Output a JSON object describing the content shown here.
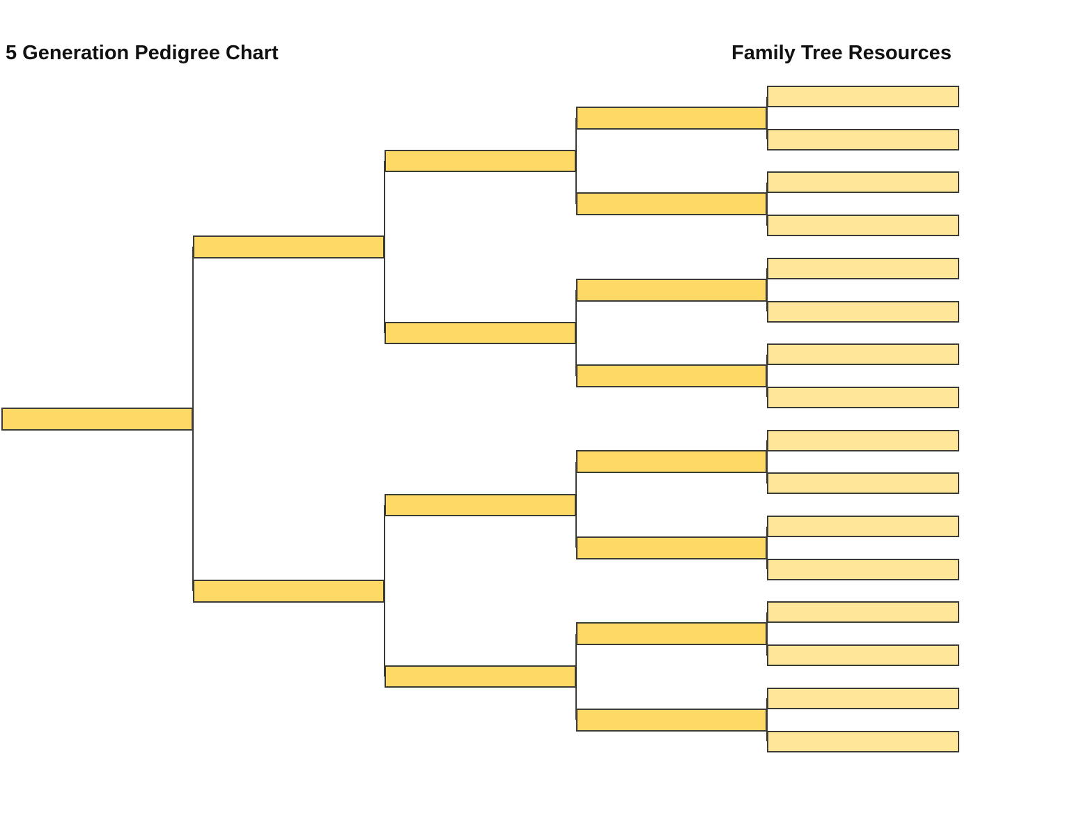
{
  "page": {
    "title_left": "5 Generation Pedigree Chart",
    "title_right": "Family Tree Resources",
    "background": "#FFFFFF"
  },
  "colors": {
    "box_fill_generations_1_to_4": "#FFD966",
    "box_fill_generation_5": "#FFE699",
    "box_border": "#3B3B36",
    "connector": "#3B3B36",
    "title_text": "#111111"
  },
  "tree": {
    "type": "pedigree-bracket",
    "generations": [
      {
        "id": "generation-1",
        "boxes": 1,
        "fill": "dark",
        "box_text": ""
      },
      {
        "id": "generation-2",
        "boxes": 2,
        "fill": "dark",
        "box_text": ""
      },
      {
        "id": "generation-3",
        "boxes": 4,
        "fill": "dark",
        "box_text": ""
      },
      {
        "id": "generation-4",
        "boxes": 8,
        "fill": "dark",
        "box_text": ""
      },
      {
        "id": "generation-5",
        "boxes": 16,
        "fill": "light",
        "box_text": ""
      }
    ],
    "total_boxes": 31,
    "all_boxes_empty": true
  }
}
